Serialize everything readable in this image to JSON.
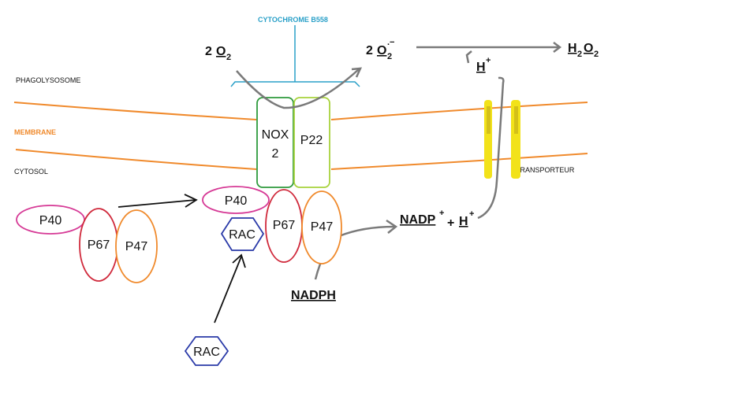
{
  "labels": {
    "cytochrome": "CYTOCHROME B558",
    "phagolysosome": "PHAGOLYSOSOME",
    "membrane": "MEMBRANE",
    "cytosol": "CYTOSOL",
    "transporteur": "TRANSPORTEUR"
  },
  "complex": {
    "nox2_line1": "NOX",
    "nox2_line2": "2",
    "p22": "P22",
    "p40": "P40",
    "p67": "P67",
    "p47": "P47",
    "rac": "RAC"
  },
  "cytosolic": {
    "p40": "P40",
    "p67": "P67",
    "p47": "P47",
    "rac": "RAC"
  },
  "chemistry": {
    "o2_coef": "2",
    "o2_base": "O",
    "o2_sub": "2",
    "superoxide_coef": "2",
    "superoxide_base": "O",
    "superoxide_sub": "2",
    "superoxide_sup": ".−",
    "h_plus_base": "H",
    "h_plus_sup": "+",
    "h2o2_h": "H",
    "h2o2_sub1": "2",
    "h2o2_o": "O",
    "h2o2_sub2": "2",
    "nadp_base": "NADP",
    "nadp_sup": "+",
    "plus_sign": "+",
    "h_base": "H",
    "h_sup": "+",
    "nadph": "NADPH"
  },
  "colors": {
    "cytochrome": "#2aa0c8",
    "membrane": "#f08a2c",
    "nox2": "#2e9a3c",
    "p22": "#a8d23c",
    "p40": "#d63a96",
    "p67": "#d02a3c",
    "p47": "#f08a2c",
    "rac": "#2a3aa8",
    "transporter": "#f2e21a",
    "arrow_gray": "#7a7a7a"
  }
}
